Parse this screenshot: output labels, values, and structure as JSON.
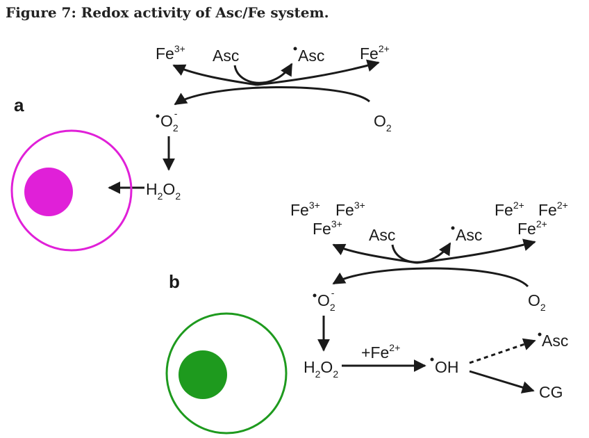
{
  "figure": {
    "title": "Figure 7: Redox activity of Asc/Fe system."
  },
  "colors": {
    "ink": "#1a1a1a",
    "cell_a": "#e020d8",
    "cell_b": "#1e9a1e"
  },
  "panel_a": {
    "letter": "a",
    "fe3": "Fe",
    "fe3_charge": "3+",
    "asc": "Asc",
    "asc_radical": "Asc",
    "fe2": "Fe",
    "fe2_charge": "2+",
    "superoxide": "O",
    "superoxide_sub": "2",
    "superoxide_charge": "-",
    "oxygen": "O",
    "oxygen_sub": "2",
    "h2o2_h": "H",
    "h2o2_sub1": "2",
    "h2o2_o": "O",
    "h2o2_sub2": "2"
  },
  "panel_b": {
    "letter": "b",
    "fe3_row1_a": "Fe",
    "fe3_row1_a_charge": "3+",
    "fe3_row1_b": "Fe",
    "fe3_row1_b_charge": "3+",
    "fe3_row2": "Fe",
    "fe3_row2_charge": "3+",
    "asc": "Asc",
    "asc_radical": "Asc",
    "fe2_row1_a": "Fe",
    "fe2_row1_a_charge": "2+",
    "fe2_row1_b": "Fe",
    "fe2_row1_b_charge": "2+",
    "fe2_row2": "Fe",
    "fe2_row2_charge": "2+",
    "superoxide": "O",
    "superoxide_sub": "2",
    "superoxide_charge": "-",
    "oxygen": "O",
    "oxygen_sub": "2",
    "h2o2_h": "H",
    "h2o2_sub1": "2",
    "h2o2_o": "O",
    "h2o2_sub2": "2",
    "plus_fe": "+Fe",
    "plus_fe_charge": "2+",
    "hydroxyl": "OH",
    "asc_product": "Asc",
    "cg": "CG"
  }
}
